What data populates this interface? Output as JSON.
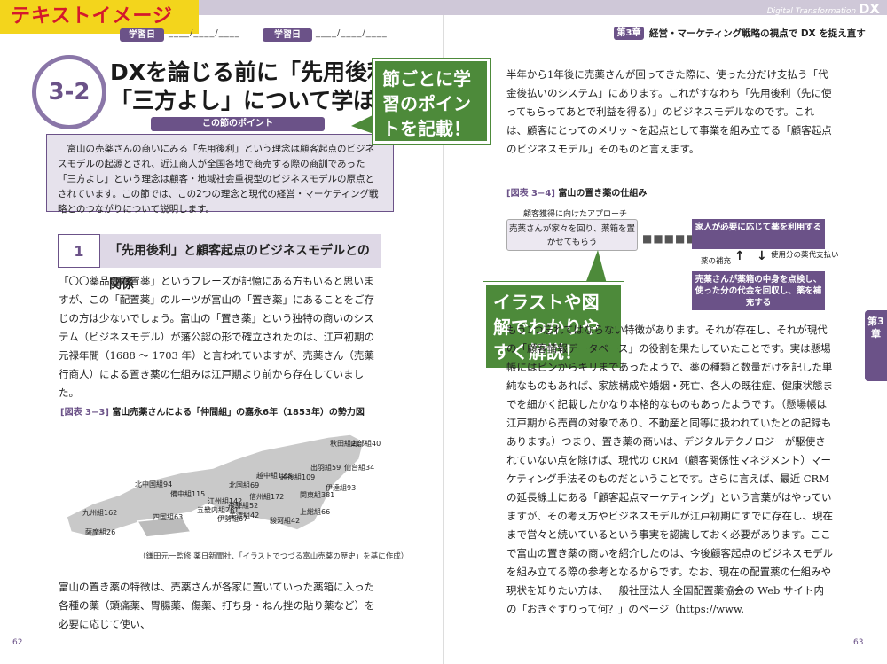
{
  "sample_tag": "テキストイメージ",
  "header": {
    "brand_small": "Digital Transformation",
    "brand_big": "DX",
    "left_pill": "学習日",
    "left_pill_study": "学習日",
    "date_blank": "____/____/____",
    "chapter_pill": "第3章",
    "chapter_title": "経営・マーケティング戦略の視点で DX を捉え直す"
  },
  "section": {
    "number": "3-2",
    "title_line1": "DXを論じる前に「先用後利」と",
    "title_line2": "「三方よし」について学ぼう"
  },
  "callouts": {
    "left": "節ごとに学習のポイントを記載！",
    "right": "イラストや図解でわかりやすく解説！"
  },
  "point_box": {
    "heading": "この節のポイント",
    "text": "富山の売薬さんの商いにみる「先用後利」という理念は顧客起点のビジネスモデルの起源とされ、近江商人が全国各地で商売する際の商訓であった「三方よし」という理念は顧客・地域社会重視型のビジネスモデルの原点とされています。この節では、この2つの理念と現代の経営・マーケティング戦略とのつながりについて説明します。"
  },
  "heading1": {
    "number": "1",
    "title": "「先用後利」と顧客起点のビジネスモデルとの関係"
  },
  "left_body": {
    "p1": "「〇〇薬品の配置薬」というフレーズが記憶にある方もいると思いますが、この「配置薬」のルーツが富山の「置き薬」にあることをご存じの方は少ないでしょう。富山の「置き薬」という独特の商いのシステム（ビジネスモデル）が藩公認の形で確立されたのは、江戸初期の元禄年間（1688 ～ 1703 年）と言われていますが、売薬さん（売薬行商人）による置き薬の仕組みは江戸期より前から存在していました。",
    "p2": "富山の置き薬の特徴は、売薬さんが各家に置いていった薬箱に入った各種の薬（頭痛薬、胃腸薬、傷薬、打ち身・ねん挫の貼り薬など）を必要に応じて使い、"
  },
  "figure3": {
    "label": "[図表 3−3]",
    "caption": "富山売薬さんによる「仲間組」の嘉永6年（1853年）の勢力図",
    "credit": "（鎌田元一監修 薬日新聞社、「イラストでつづる富山売薬の歴史」を基に作成）",
    "regions": [
      {
        "name": "秋田組",
        "count": "21"
      },
      {
        "name": "南部組",
        "count": "40"
      },
      {
        "name": "出羽組",
        "count": "59"
      },
      {
        "name": "仙台組",
        "count": "34"
      },
      {
        "name": "越後組",
        "count": "109"
      },
      {
        "name": "伊達組",
        "count": "93"
      },
      {
        "name": "北国組",
        "count": "69"
      },
      {
        "name": "越中組",
        "count": "123"
      },
      {
        "name": "信州組",
        "count": "172"
      },
      {
        "name": "飛騨組",
        "count": "52"
      },
      {
        "name": "関東組",
        "count": "381"
      },
      {
        "name": "上総組",
        "count": "66"
      },
      {
        "name": "駿河組",
        "count": "42"
      },
      {
        "name": "江州組",
        "count": "142"
      },
      {
        "name": "美濃組",
        "count": "42"
      },
      {
        "name": "伊勢組",
        "count": "67"
      },
      {
        "name": "五畿内組",
        "count": "261"
      },
      {
        "name": "備中組",
        "count": "115"
      },
      {
        "name": "北中国組",
        "count": "94"
      },
      {
        "name": "四国組",
        "count": "63"
      },
      {
        "name": "九州組",
        "count": "162"
      },
      {
        "name": "薩摩組",
        "count": "26"
      }
    ]
  },
  "right_body": {
    "p0": "半年から1年後に売薬さんが回ってきた際に、使った分だけ支払う「代金後払いのシステム」にあります。これがすなわち「先用後利（先に使ってもらってあとで利益を得る）」のビジネスモデルなのです。これは、顧客にとってのメリットを起点として事業を組み立てる「顧客起点のビジネスモデル」そのものと言えます。",
    "p1": "もう1つ忘れてはならない特徴があります。それが存在し、それが現代の「顧客情報データベース」の役割を果たしていたことです。実は懸場帳にはピンからキリまであったようで、薬の種類と数量だけを記した単純なものもあれば、家族構成や婚姻・死亡、各人の既往症、健康状態までを細かく記載したかなり本格的なものもあったようです。（懸場帳は江戸期から売買の対象であり、不動産と同等に扱われていたとの記録もあります。）つまり、置き薬の商いは、デジタルテクノロジーが駆使されていない点を除けば、現代の CRM（顧客関係性マネジメント）マーケティング手法そのものだということです。さらに言えば、最近 CRM の延長線上にある「顧客起点マーケティング」という言葉がはやっていますが、その考え方やビジネスモデルが江戸初期にすでに存在し、現在まで営々と続いているという事実を認識しておく必要があります。ここで富山の置き薬の商いを紹介したのは、今後顧客起点のビジネスモデルを組み立てる際の参考となるからです。なお、現在の配置薬の仕組みや現状を知りたい方は、一般社団法人 全国配置薬協会の Web サイト内の「おきぐすりって何？」のページ（https://www."
  },
  "figure4": {
    "label": "[図表 3−4]",
    "caption": "富山の置き薬の仕組み",
    "subtitle": "顧客獲得に向けたアプローチ",
    "box_a": "売薬さんが家々を回り、薬箱を置かせてもらう",
    "box_b": "家人が必要に応じて薬を利用する",
    "box_c": "売薬さんが薬箱の中身を点検し、使った分の代金を回収し、薬を補充する",
    "label_refill": "薬の補充",
    "label_pay": "使用分の薬代支払い"
  },
  "chapter_tab": "第3章",
  "page_numbers": {
    "left": "62",
    "right": "63"
  }
}
